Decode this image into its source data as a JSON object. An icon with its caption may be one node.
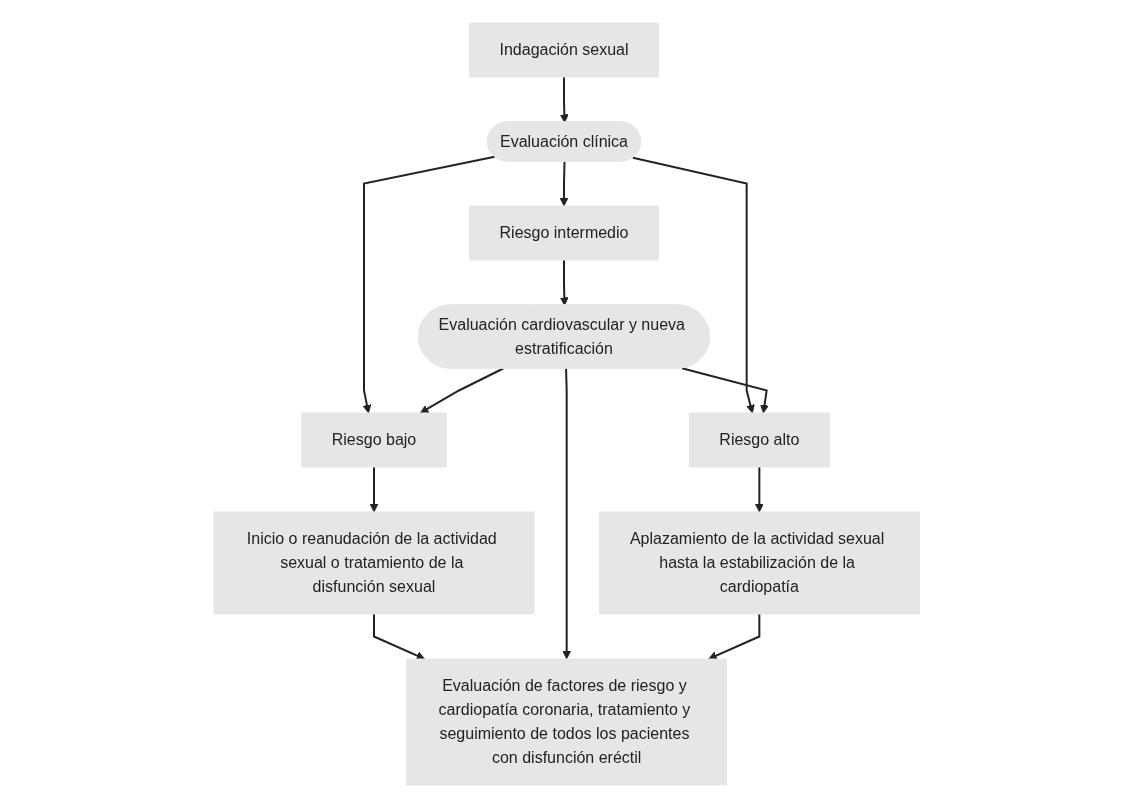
{
  "diagram": {
    "nodes": [
      {
        "text": [
          "Indagación sexual"
        ]
      },
      {
        "text": [
          "Evaluación clínica"
        ]
      },
      {
        "text": [
          "Riesgo bajo"
        ]
      },
      {
        "text": [
          "Riesgo intermedio"
        ]
      },
      {
        "text": [
          "Riesgo alto"
        ]
      },
      {
        "text": [
          "Evaluación cardiovascular y nueva estratificación"
        ]
      },
      {
        "text": [
          "Inicio o reanudación de la actividad sexual o tratamiento de la disfunción sexual"
        ]
      },
      {
        "text": [
          "Aplazamiento de la actividad sexual hasta la estabilización de la cardiopatía"
        ]
      },
      {
        "text": [
          "Evaluación de factores de riesgo y cardiopatía coronaria, tratamiento y seguimiento de todos los pacientes con disfunción eréctil"
        ]
      }
    ],
    "edges": [
      {
        "from": 0,
        "to": 1,
        "arrow": "to"
      },
      {
        "from": 1,
        "to": 2,
        "arrow": "to"
      },
      {
        "from": 1,
        "to": 3,
        "arrow": "to"
      },
      {
        "from": 1,
        "to": 4,
        "arrow": "to"
      },
      {
        "from": 3,
        "to": 5,
        "arrow": "to"
      },
      {
        "from": 5,
        "to": 2,
        "arrow": "to"
      },
      {
        "from": 5,
        "to": 4,
        "arrow": "to"
      },
      {
        "from": 2,
        "to": 6,
        "arrow": "to"
      },
      {
        "from": 4,
        "to": 7,
        "arrow": "to"
      },
      {
        "from": 6,
        "to": 8,
        "arrow": "to"
      },
      {
        "from": 5,
        "to": 8,
        "arrow": "to"
      },
      {
        "from": 7,
        "to": 8,
        "arrow": "to"
      }
    ]
  }
}
